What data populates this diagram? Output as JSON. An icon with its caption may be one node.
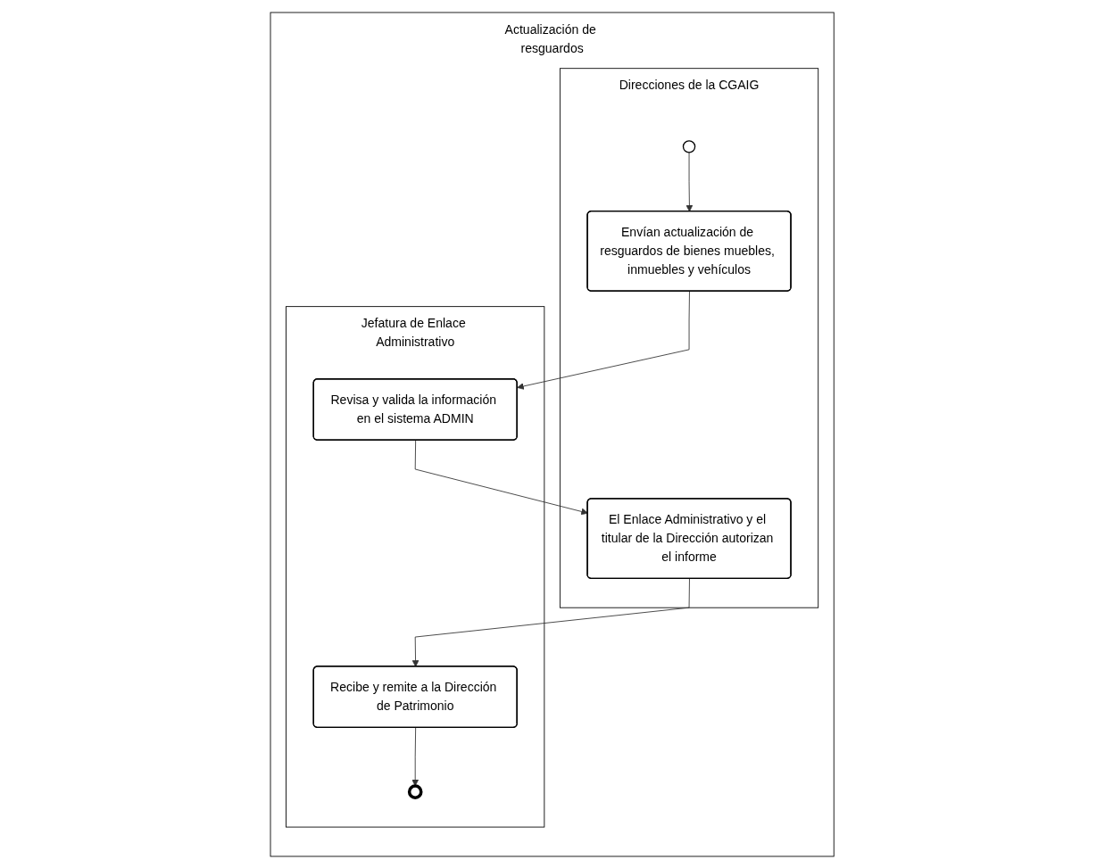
{
  "diagram": {
    "nodes": [
      {
        "text": [
          "Actualización de resguardos"
        ]
      },
      {
        "text": [
          "Direcciones de la CGAIG"
        ],
        "in": 0
      },
      {
        "text": [
          "Jefatura de Enlace Administrativo"
        ],
        "in": 0
      },
      {
        "text": [],
        "shape": "circle",
        "in": 1
      },
      {
        "text": [
          "Envían actualización de resguardos de bienes muebles, inmuebles y vehículos"
        ],
        "in": 1
      },
      {
        "text": [
          "Revisa y valida la información en el sistema ADMIN"
        ],
        "in": 2
      },
      {
        "text": [
          "El Enlace Administrativo y el titular de la Dirección autorizan el informe"
        ],
        "in": 1
      },
      {
        "text": [
          "Recibe y remite a la Dirección de Patrimonio"
        ],
        "in": 2
      },
      {
        "text": [],
        "shape": "circle",
        "in": 2
      }
    ],
    "edges": [
      {
        "from": 3,
        "to": 4,
        "arrow": "to"
      },
      {
        "from": 4,
        "to": 5,
        "arrow": "to"
      },
      {
        "from": 5,
        "to": 6,
        "arrow": "to"
      },
      {
        "from": 6,
        "to": 7,
        "arrow": "to"
      },
      {
        "from": 7,
        "to": 8,
        "arrow": "to"
      }
    ]
  }
}
